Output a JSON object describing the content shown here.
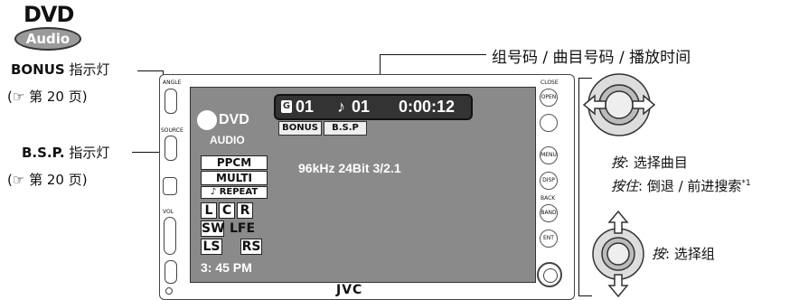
{
  "logo": {
    "dvd": "DVD",
    "audio": "Audio"
  },
  "callouts": {
    "bonus": {
      "title_bold": "BONUS",
      "title_rest": " 指示灯",
      "ref": "(☞ 第 20 页)"
    },
    "bsp": {
      "title_bold": "B.S.P.",
      "title_rest": " 指示灯",
      "ref": "(☞ 第 20 页)"
    },
    "top": "组号码 / 曲目号码 / 播放时间"
  },
  "display": {
    "group_icon": "G",
    "group_number": "01",
    "track_icon": "♪",
    "track_number": "01",
    "play_time": "0:00:12",
    "dvd_text": "DVD",
    "audio_text": "AUDIO",
    "bonus_chip": "BONUS",
    "bsp_chip": "B.S.P",
    "ppcm": "PPCM",
    "multi": "MULTI",
    "repeat": "♪ REPEAT",
    "format": "96kHz 24Bit 3/2.1",
    "channels": {
      "l": "L",
      "c": "C",
      "r": "R",
      "sw": "SW",
      "lfe": "LFE",
      "ls": "LS",
      "rs": "RS"
    },
    "clock": "3: 45 PM"
  },
  "brand": "JVC",
  "side_buttons": {
    "left": [
      "ANGLE",
      "SOURCE",
      "VOL"
    ],
    "right": [
      "CLOSE",
      "OPEN",
      "MENU",
      "DISP",
      "BACK",
      "BAND",
      "ENT"
    ]
  },
  "instructions": {
    "h_press_label": "按",
    "h_press_text": ": 选择曲目",
    "h_hold_label": "按住",
    "h_hold_text": ": 倒退 / 前进搜索",
    "h_hold_sup": "*1",
    "v_press_label": "按",
    "v_press_text": ": 选择组"
  }
}
